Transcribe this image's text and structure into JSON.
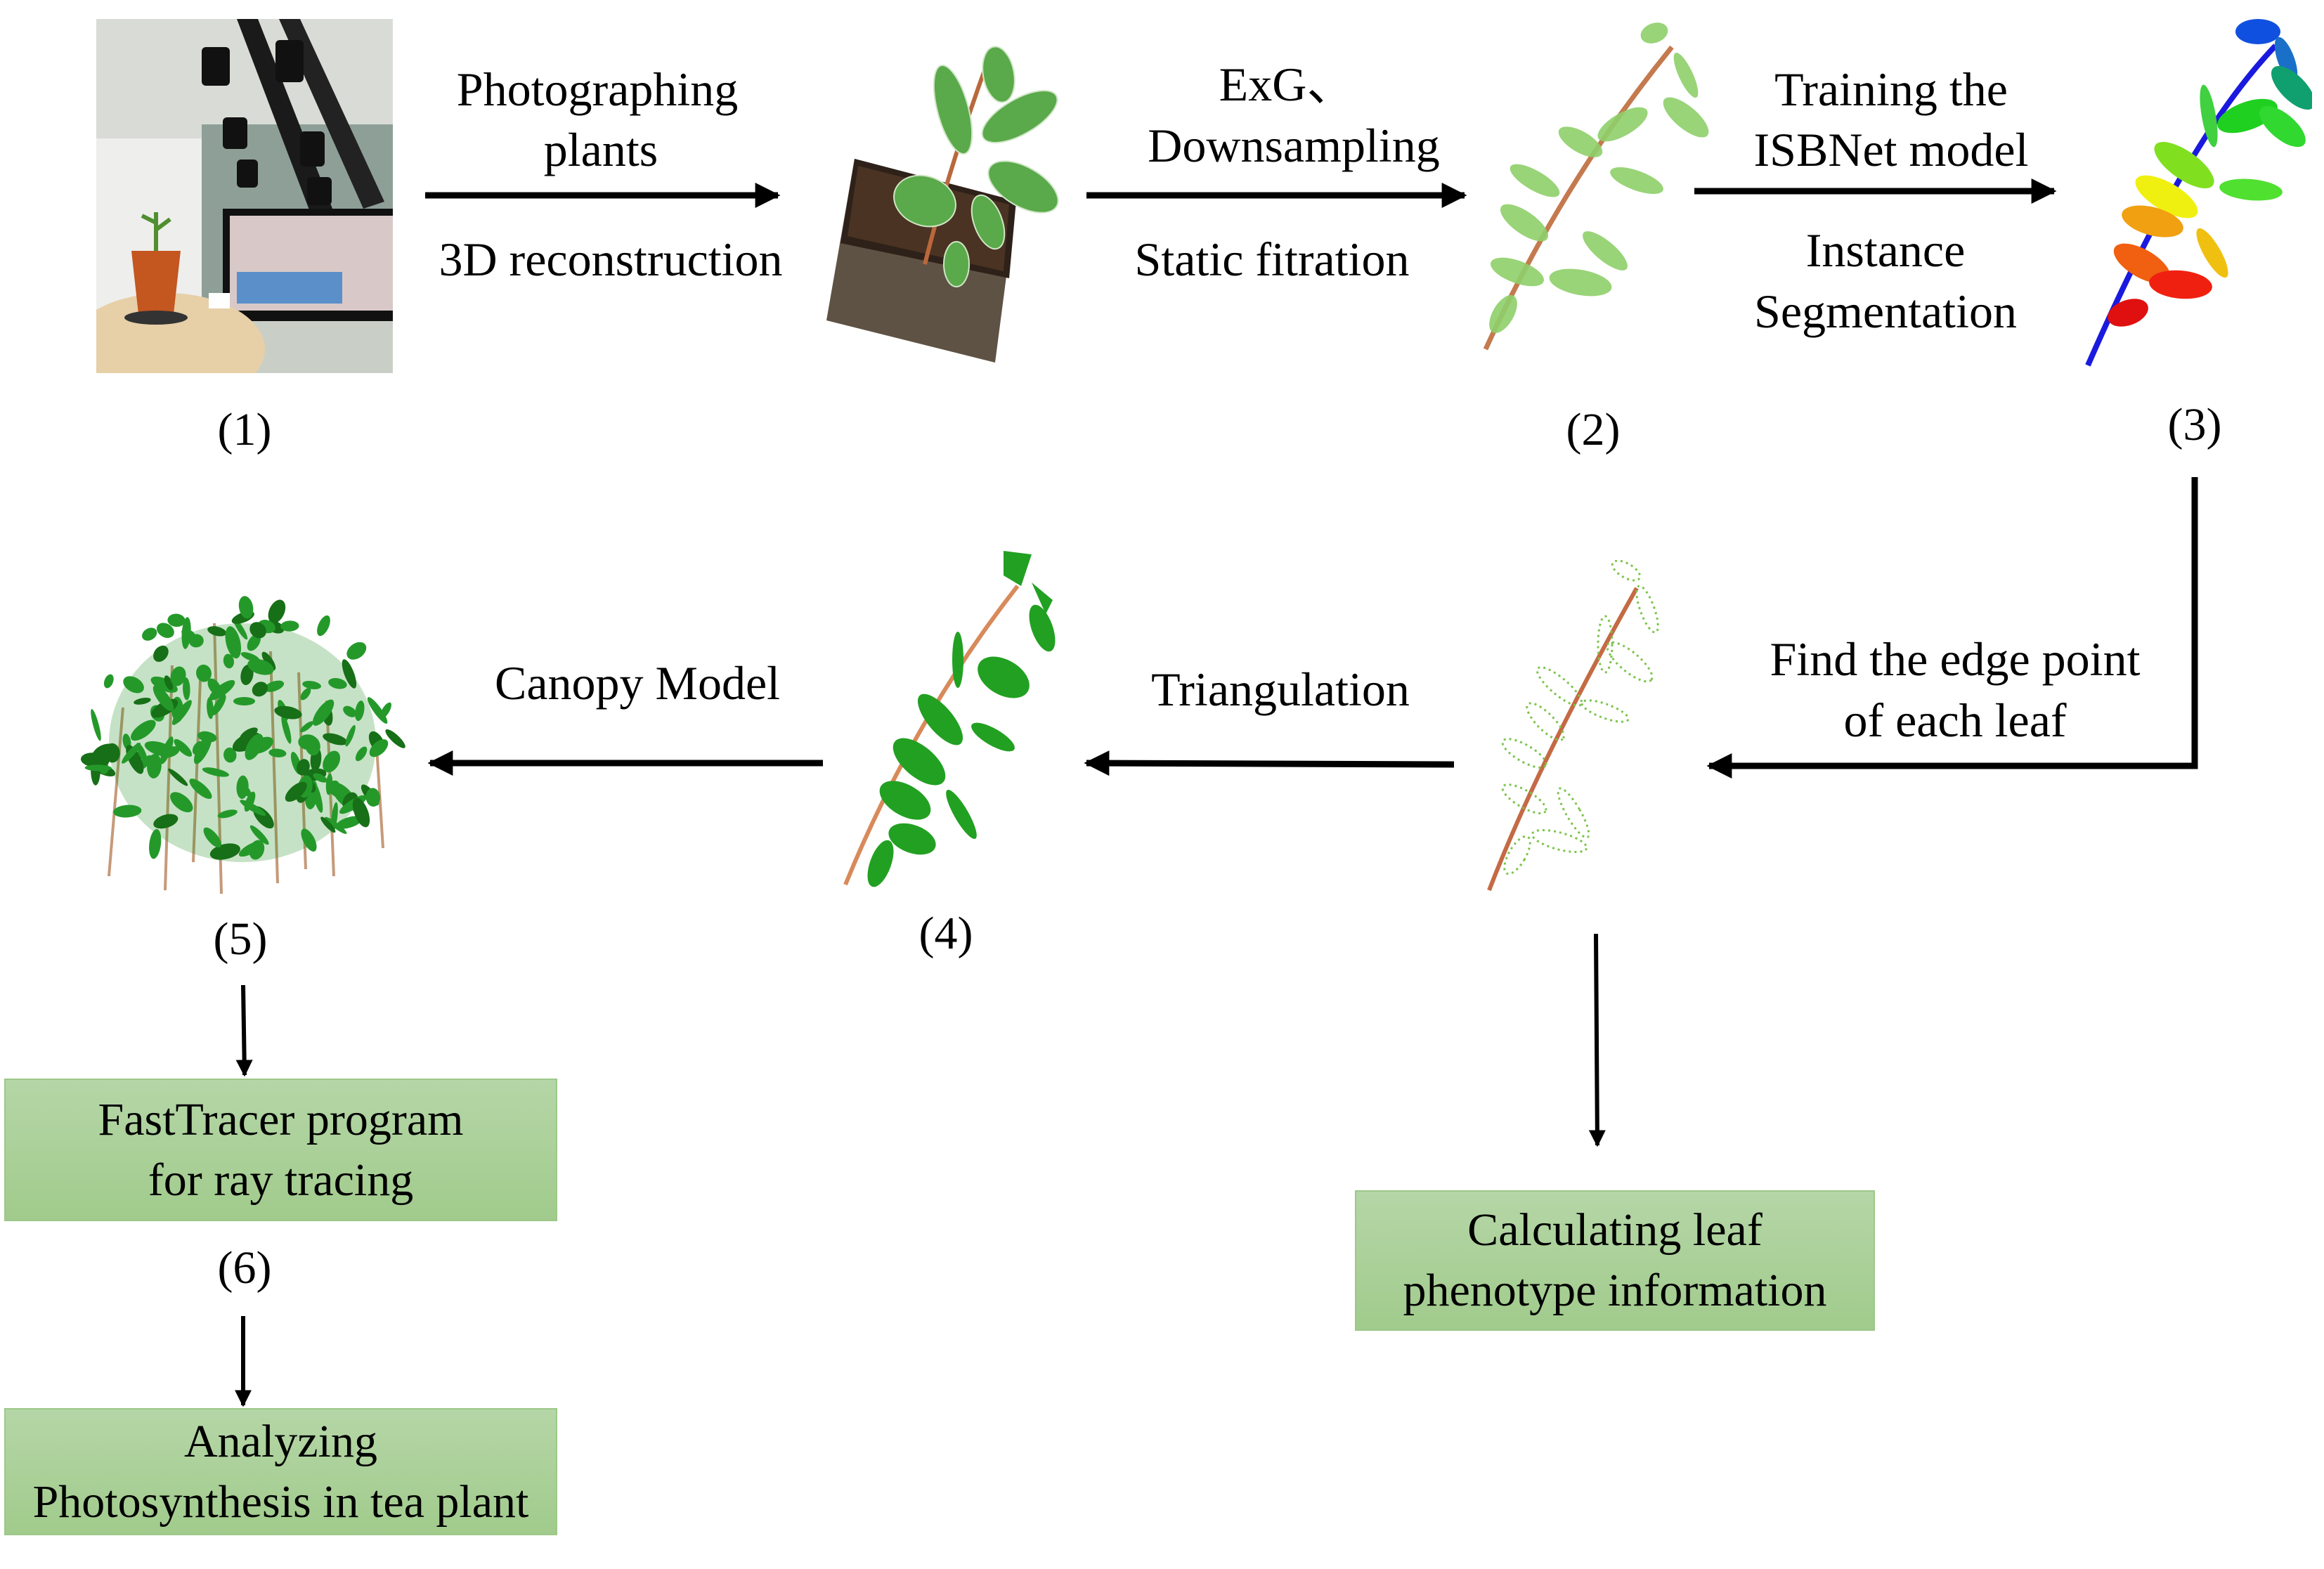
{
  "figure": {
    "steps": [
      {
        "id": "1",
        "number_label": "(1)",
        "image": "photogrammetry-setup-photo"
      },
      {
        "id": "2",
        "number_label": "(2)",
        "image": "filtered-point-cloud"
      },
      {
        "id": "3",
        "number_label": "(3)",
        "image": "instance-segmented-point-cloud"
      },
      {
        "id": "4",
        "number_label": "(4)",
        "image": "triangulated-mesh-plant"
      },
      {
        "id": "5",
        "number_label": "(5)",
        "image": "canopy-model"
      },
      {
        "id": "6",
        "number_label": "(6)"
      }
    ],
    "arrows": {
      "a1": {
        "top": "Photographing\nplants",
        "top_line1": "Photographing",
        "top_line2": "plants",
        "bottom": "3D reconstruction"
      },
      "a2": {
        "top_line1": "ExG、",
        "top_line2": "Downsampling",
        "bottom": "Static fitration"
      },
      "a3": {
        "top_line1": "Training the",
        "top_line2": "ISBNet model",
        "bottom_line1": "Instance",
        "bottom_line2": "Segmentation"
      },
      "a4": {
        "line1": "Find the edge point",
        "line2": "of each leaf"
      },
      "a5": {
        "label": "Triangulation"
      },
      "a6": {
        "label": "Canopy Model"
      }
    },
    "boxes": {
      "fasttracer": {
        "line1": "FastTracer program",
        "line2": "for ray tracing"
      },
      "photosynthesis": {
        "line1": "Analyzing",
        "line2": "Photosynthesis in tea plant"
      },
      "phenotype": {
        "line1": "Calculating leaf",
        "line2": "phenotype information"
      }
    },
    "colors": {
      "box_fill_top": "#b5d6a7",
      "box_fill_bottom": "#a1cb8c",
      "arrow": "#000000",
      "leaf_green": "#2e9b2e",
      "stem_brown": "#c0744a",
      "segmentation_stem": "#1a1adf"
    }
  }
}
